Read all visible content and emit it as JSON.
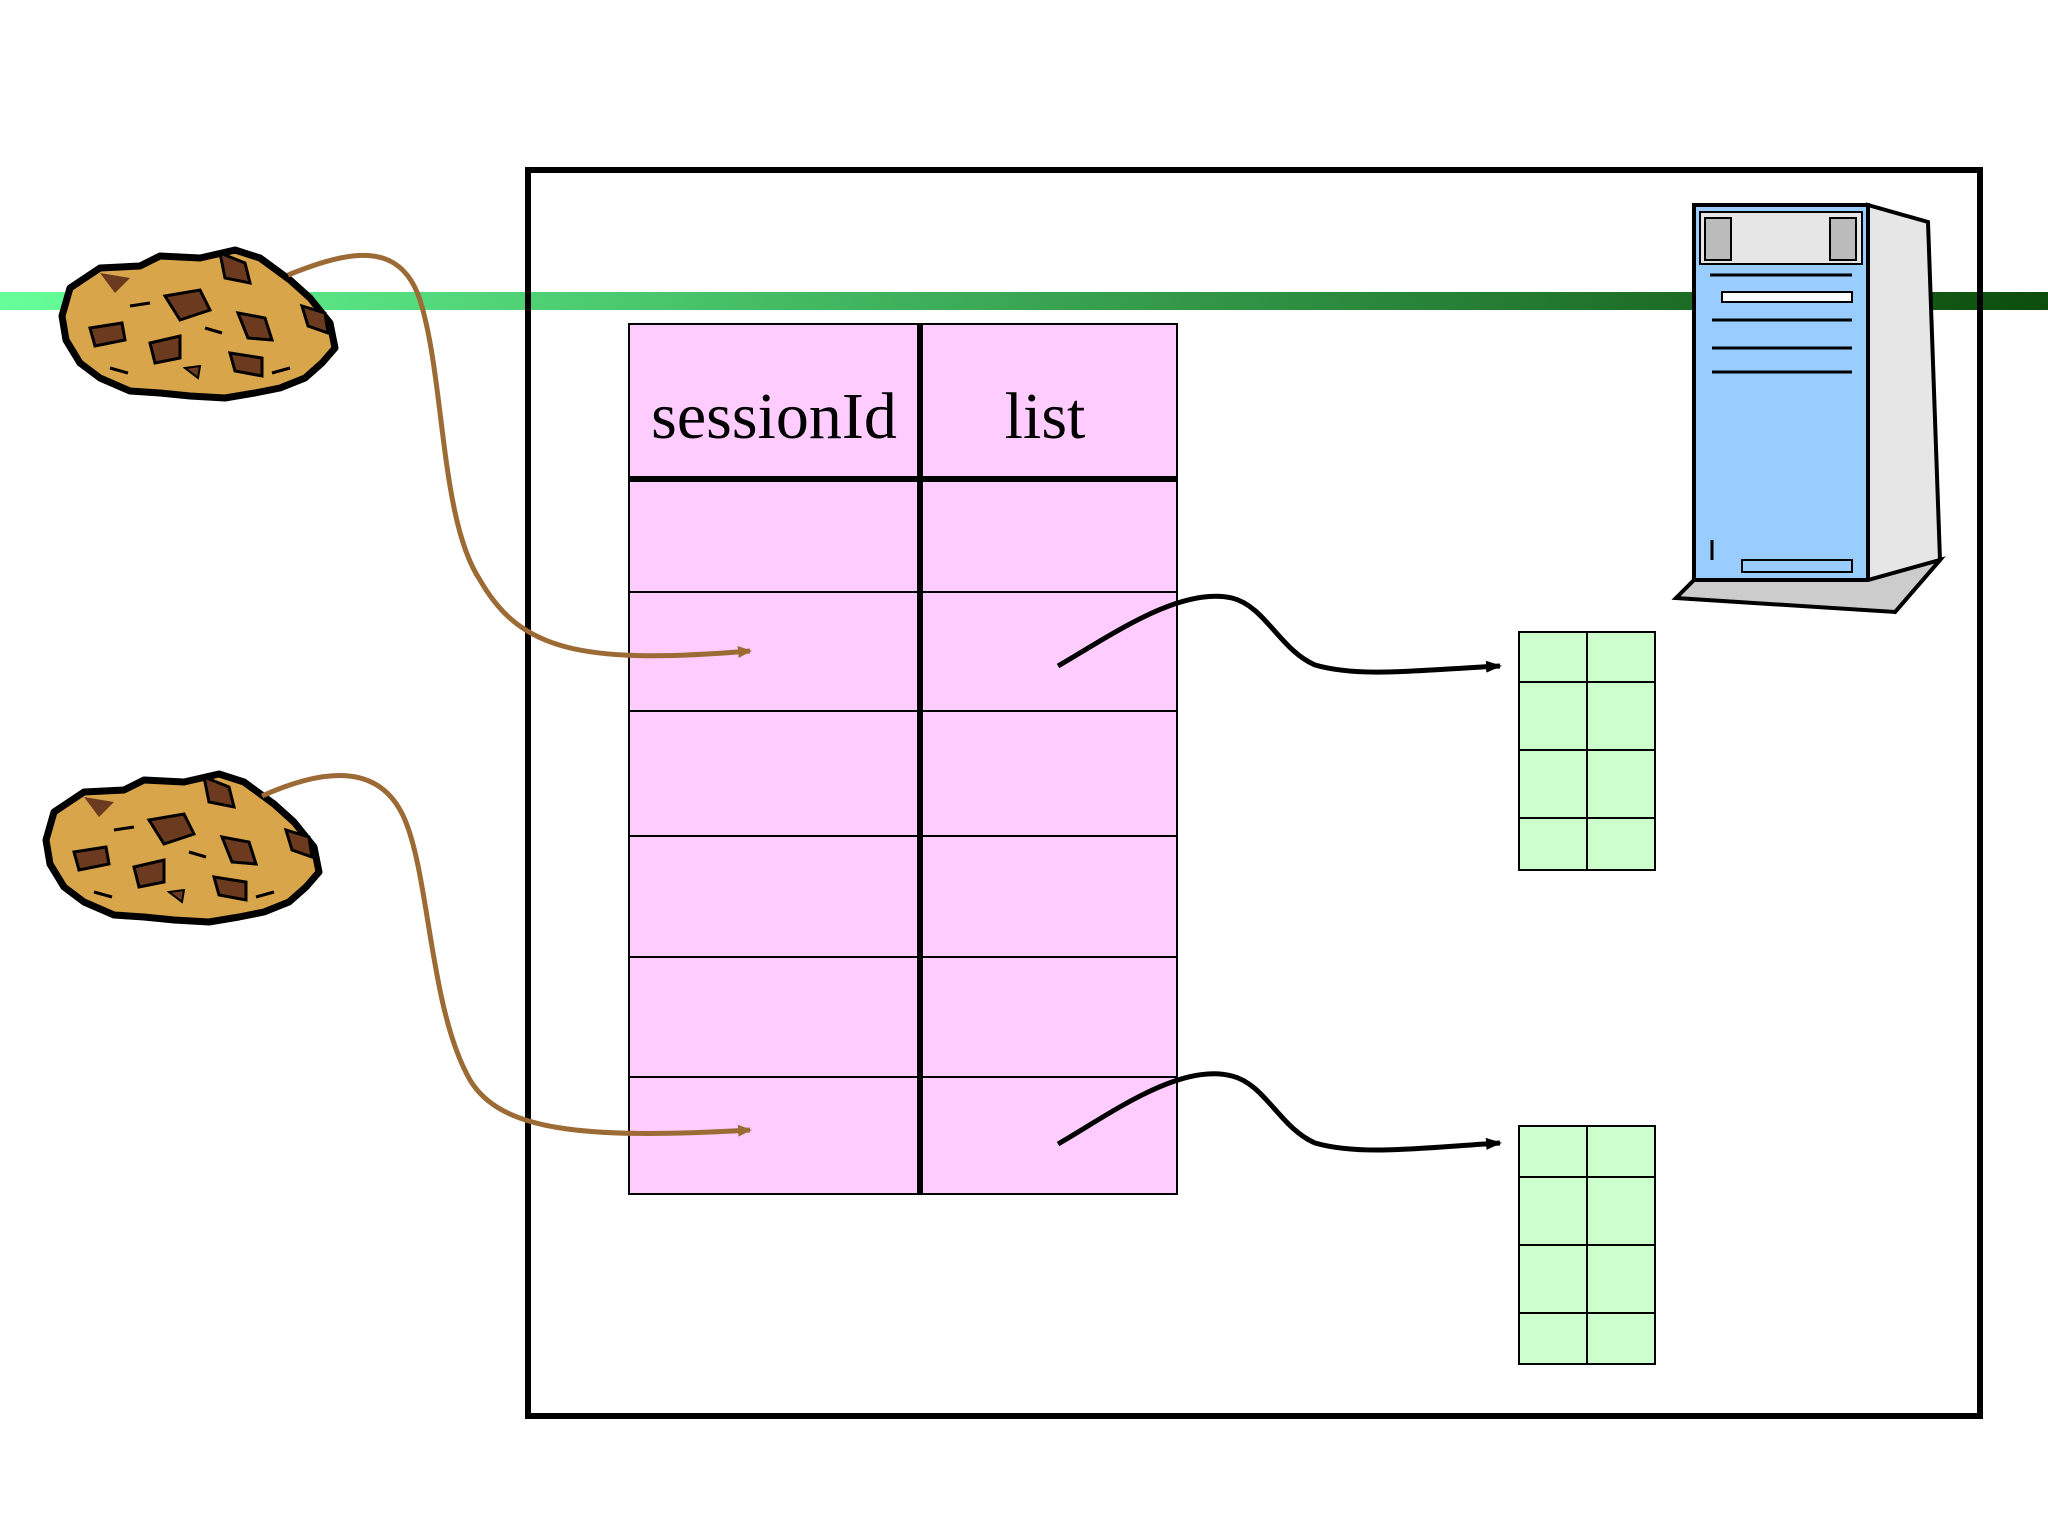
{
  "table": {
    "headers": [
      "sessionId",
      "list"
    ],
    "row_count": 6
  },
  "colors": {
    "table_fill": "#ffccff",
    "list_fill": "#ccffcc",
    "cookie_fill": "#d9a54a",
    "chip_fill": "#6b3a1f",
    "cookie_arrow": "#9c6b35",
    "list_arrow": "#000000",
    "network_start": "#66ff99",
    "network_end": "#0d4d0d",
    "server_fill": "#99ccff",
    "server_case": "#e6e6e6"
  },
  "icons": {
    "client_cookie": "cookie-icon",
    "server": "server-tower-icon"
  }
}
